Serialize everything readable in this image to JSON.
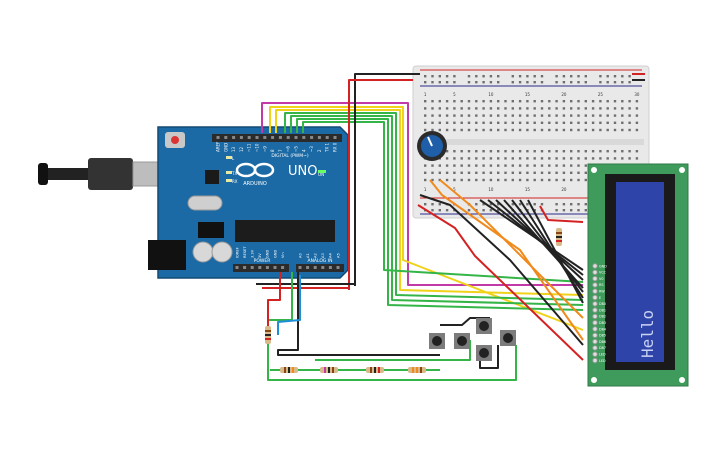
{
  "arduino": {
    "brand": "ARDUINO",
    "model": "UNO",
    "digital_label": "DIGITAL (PWM~)",
    "power_label": "POWER",
    "analog_label": "ANALOG IN",
    "on_label": "ON",
    "tx_label": "TX",
    "rx_label": "RX",
    "l_label": "L",
    "digital_pins": [
      "AREF",
      "GND",
      "13",
      "12",
      "~11",
      "~10",
      "~9",
      "8",
      "7",
      "~6",
      "~5",
      "4",
      "~3",
      "2",
      "TX 1",
      "RX 0"
    ],
    "power_pins": [
      "IOREF",
      "RESET",
      "3.3V",
      "5V",
      "GND",
      "GND",
      "Vin"
    ],
    "analog_pins": [
      "A0",
      "A1",
      "A2",
      "A3",
      "A4",
      "A5"
    ]
  },
  "lcd": {
    "text": "Hello",
    "pins": [
      "GND",
      "VCC",
      "V0",
      "RS",
      "RW",
      "E",
      "DB0",
      "DB1",
      "DB2",
      "DB3",
      "DB4",
      "DB5",
      "DB6",
      "DB7",
      "LED",
      "LED"
    ]
  },
  "breadboard": {
    "column_numbers": [
      "1",
      "5",
      "10",
      "15",
      "20",
      "25",
      "30"
    ]
  },
  "colors": {
    "board": "#1b6aa5",
    "lcd_pcb": "#3f9b5b",
    "lcd_screen": "#2f44a8",
    "wire_red": "#d42222",
    "wire_black": "#222222",
    "wire_green": "#35b548",
    "wire_yellow": "#f0d21a",
    "wire_orange": "#f08a1c",
    "wire_blue": "#1e8fd6",
    "wire_magenta": "#c23aa8"
  }
}
